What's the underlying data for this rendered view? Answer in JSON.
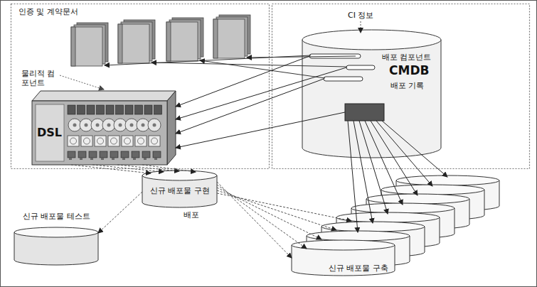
{
  "diagram": {
    "nodes": [
      {
        "text": [
          "DSL"
        ]
      },
      {
        "text": [
          "배포 컴포넌트",
          "CMDB",
          "배포 기록"
        ]
      },
      {
        "text": [
          "신규 배포물 구현"
        ]
      },
      {
        "text": [
          "신규 배포물 테스트"
        ]
      },
      {
        "text": [
          "신규 배포물 구축"
        ]
      }
    ],
    "edges": [
      {
        "from": 0,
        "to": 2,
        "arrow": "to"
      },
      {
        "from": 1,
        "to": 0,
        "arrow": "to"
      },
      {
        "from": 2,
        "to": 3,
        "arrow": "to"
      },
      {
        "from": 2,
        "to": 4,
        "arrow": "to"
      },
      {
        "from": 1,
        "to": 4,
        "arrow": "to"
      }
    ],
    "labels": [
      "인증 및 계약문서",
      "물리적 컴포넌트",
      "CI 정보",
      "배포"
    ]
  }
}
